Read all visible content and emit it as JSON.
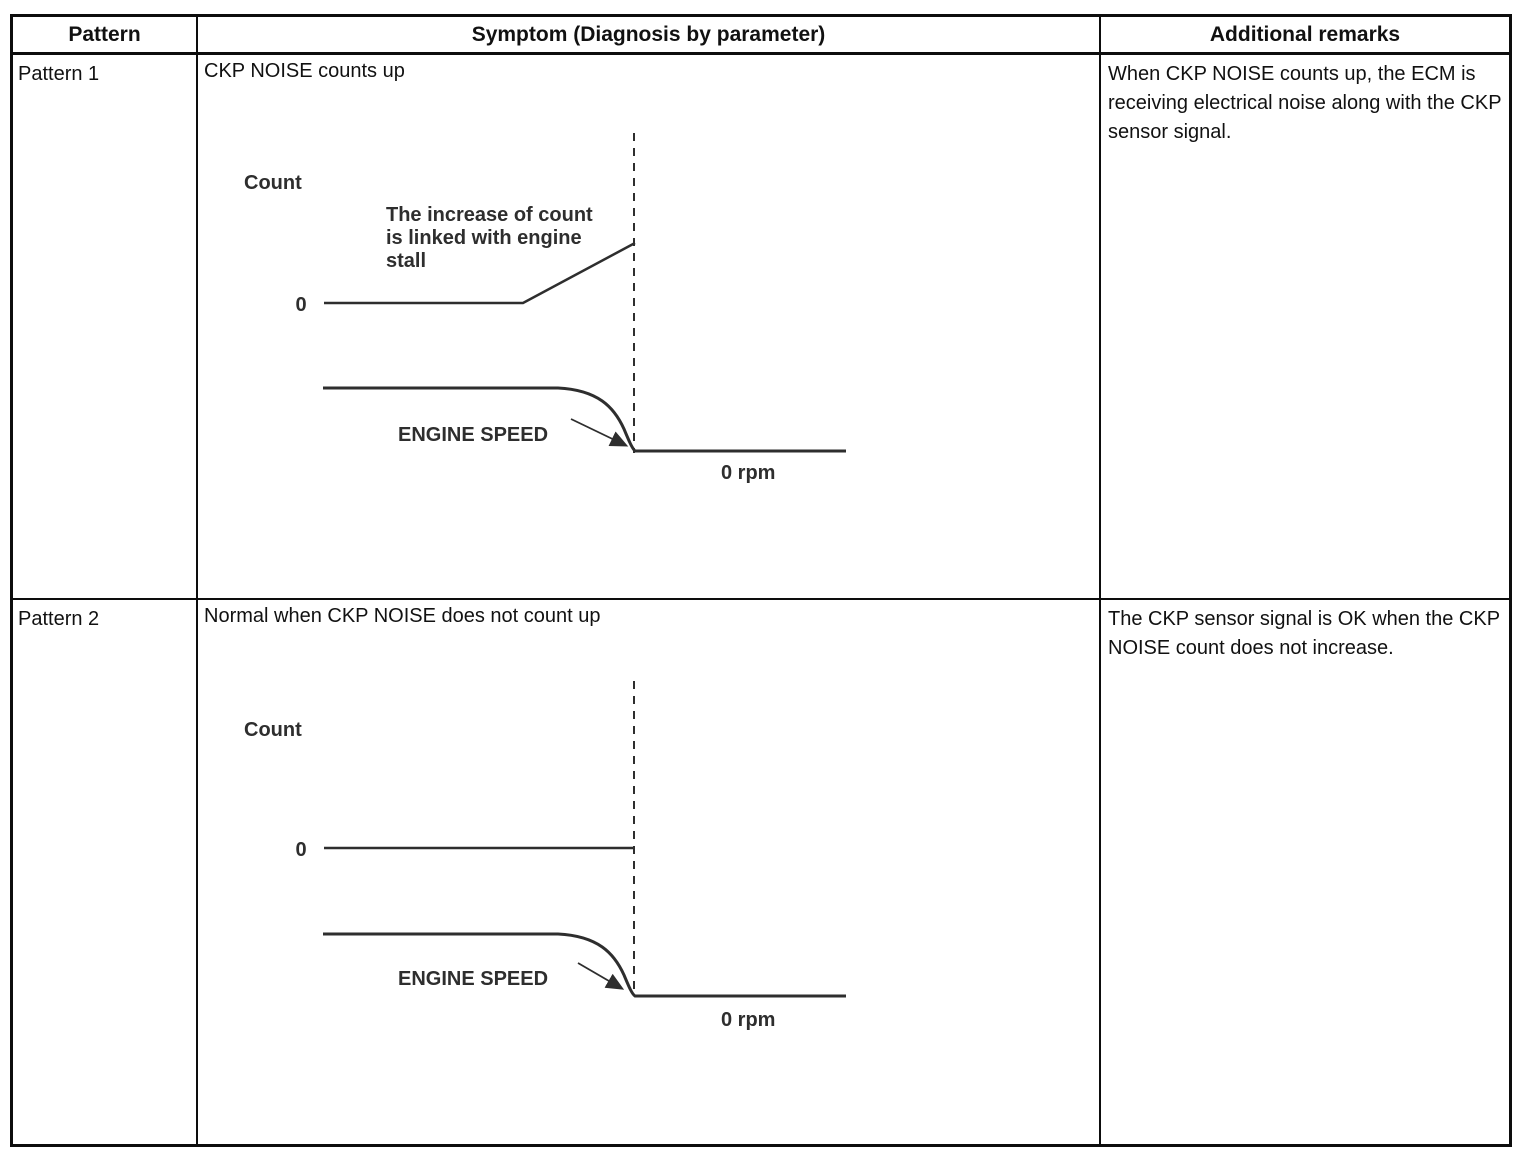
{
  "table": {
    "headers": [
      "Pattern",
      "Symptom (Diagnosis by parameter)",
      "Additional remarks"
    ],
    "rows": [
      {
        "pattern": "Pattern 1",
        "symptom": "CKP NOISE counts up",
        "remarks": "When CKP NOISE counts up, the ECM is receiving electrical noise along with the CKP sensor signal.",
        "diagram": {
          "type": "line-sketch",
          "count_label": "Count",
          "count_zero_label": "0",
          "annotation_lines": [
            "The increase of count",
            "is linked with engine",
            "stall"
          ],
          "engine_speed_label": "ENGINE SPEED",
          "rpm_zero_label": "0 rpm",
          "count_behavior": "flat at 0 then rises before engine stall",
          "engine_speed_behavior": "steady, then drops to 0 rpm at stall (dashed line)"
        }
      },
      {
        "pattern": "Pattern 2",
        "symptom": "Normal when CKP NOISE does not count up",
        "remarks": "The CKP sensor signal is OK when the CKP NOISE count does not increase.",
        "diagram": {
          "type": "line-sketch",
          "count_label": "Count",
          "count_zero_label": "0",
          "engine_speed_label": "ENGINE SPEED",
          "rpm_zero_label": "0 rpm",
          "count_behavior": "stays flat at 0",
          "engine_speed_behavior": "steady, then drops to 0 rpm at stall (dashed line)"
        }
      }
    ]
  },
  "colors": {
    "ink": "#0d0d0d",
    "diagram_ink": "#2e2e2e",
    "background": "#ffffff"
  }
}
